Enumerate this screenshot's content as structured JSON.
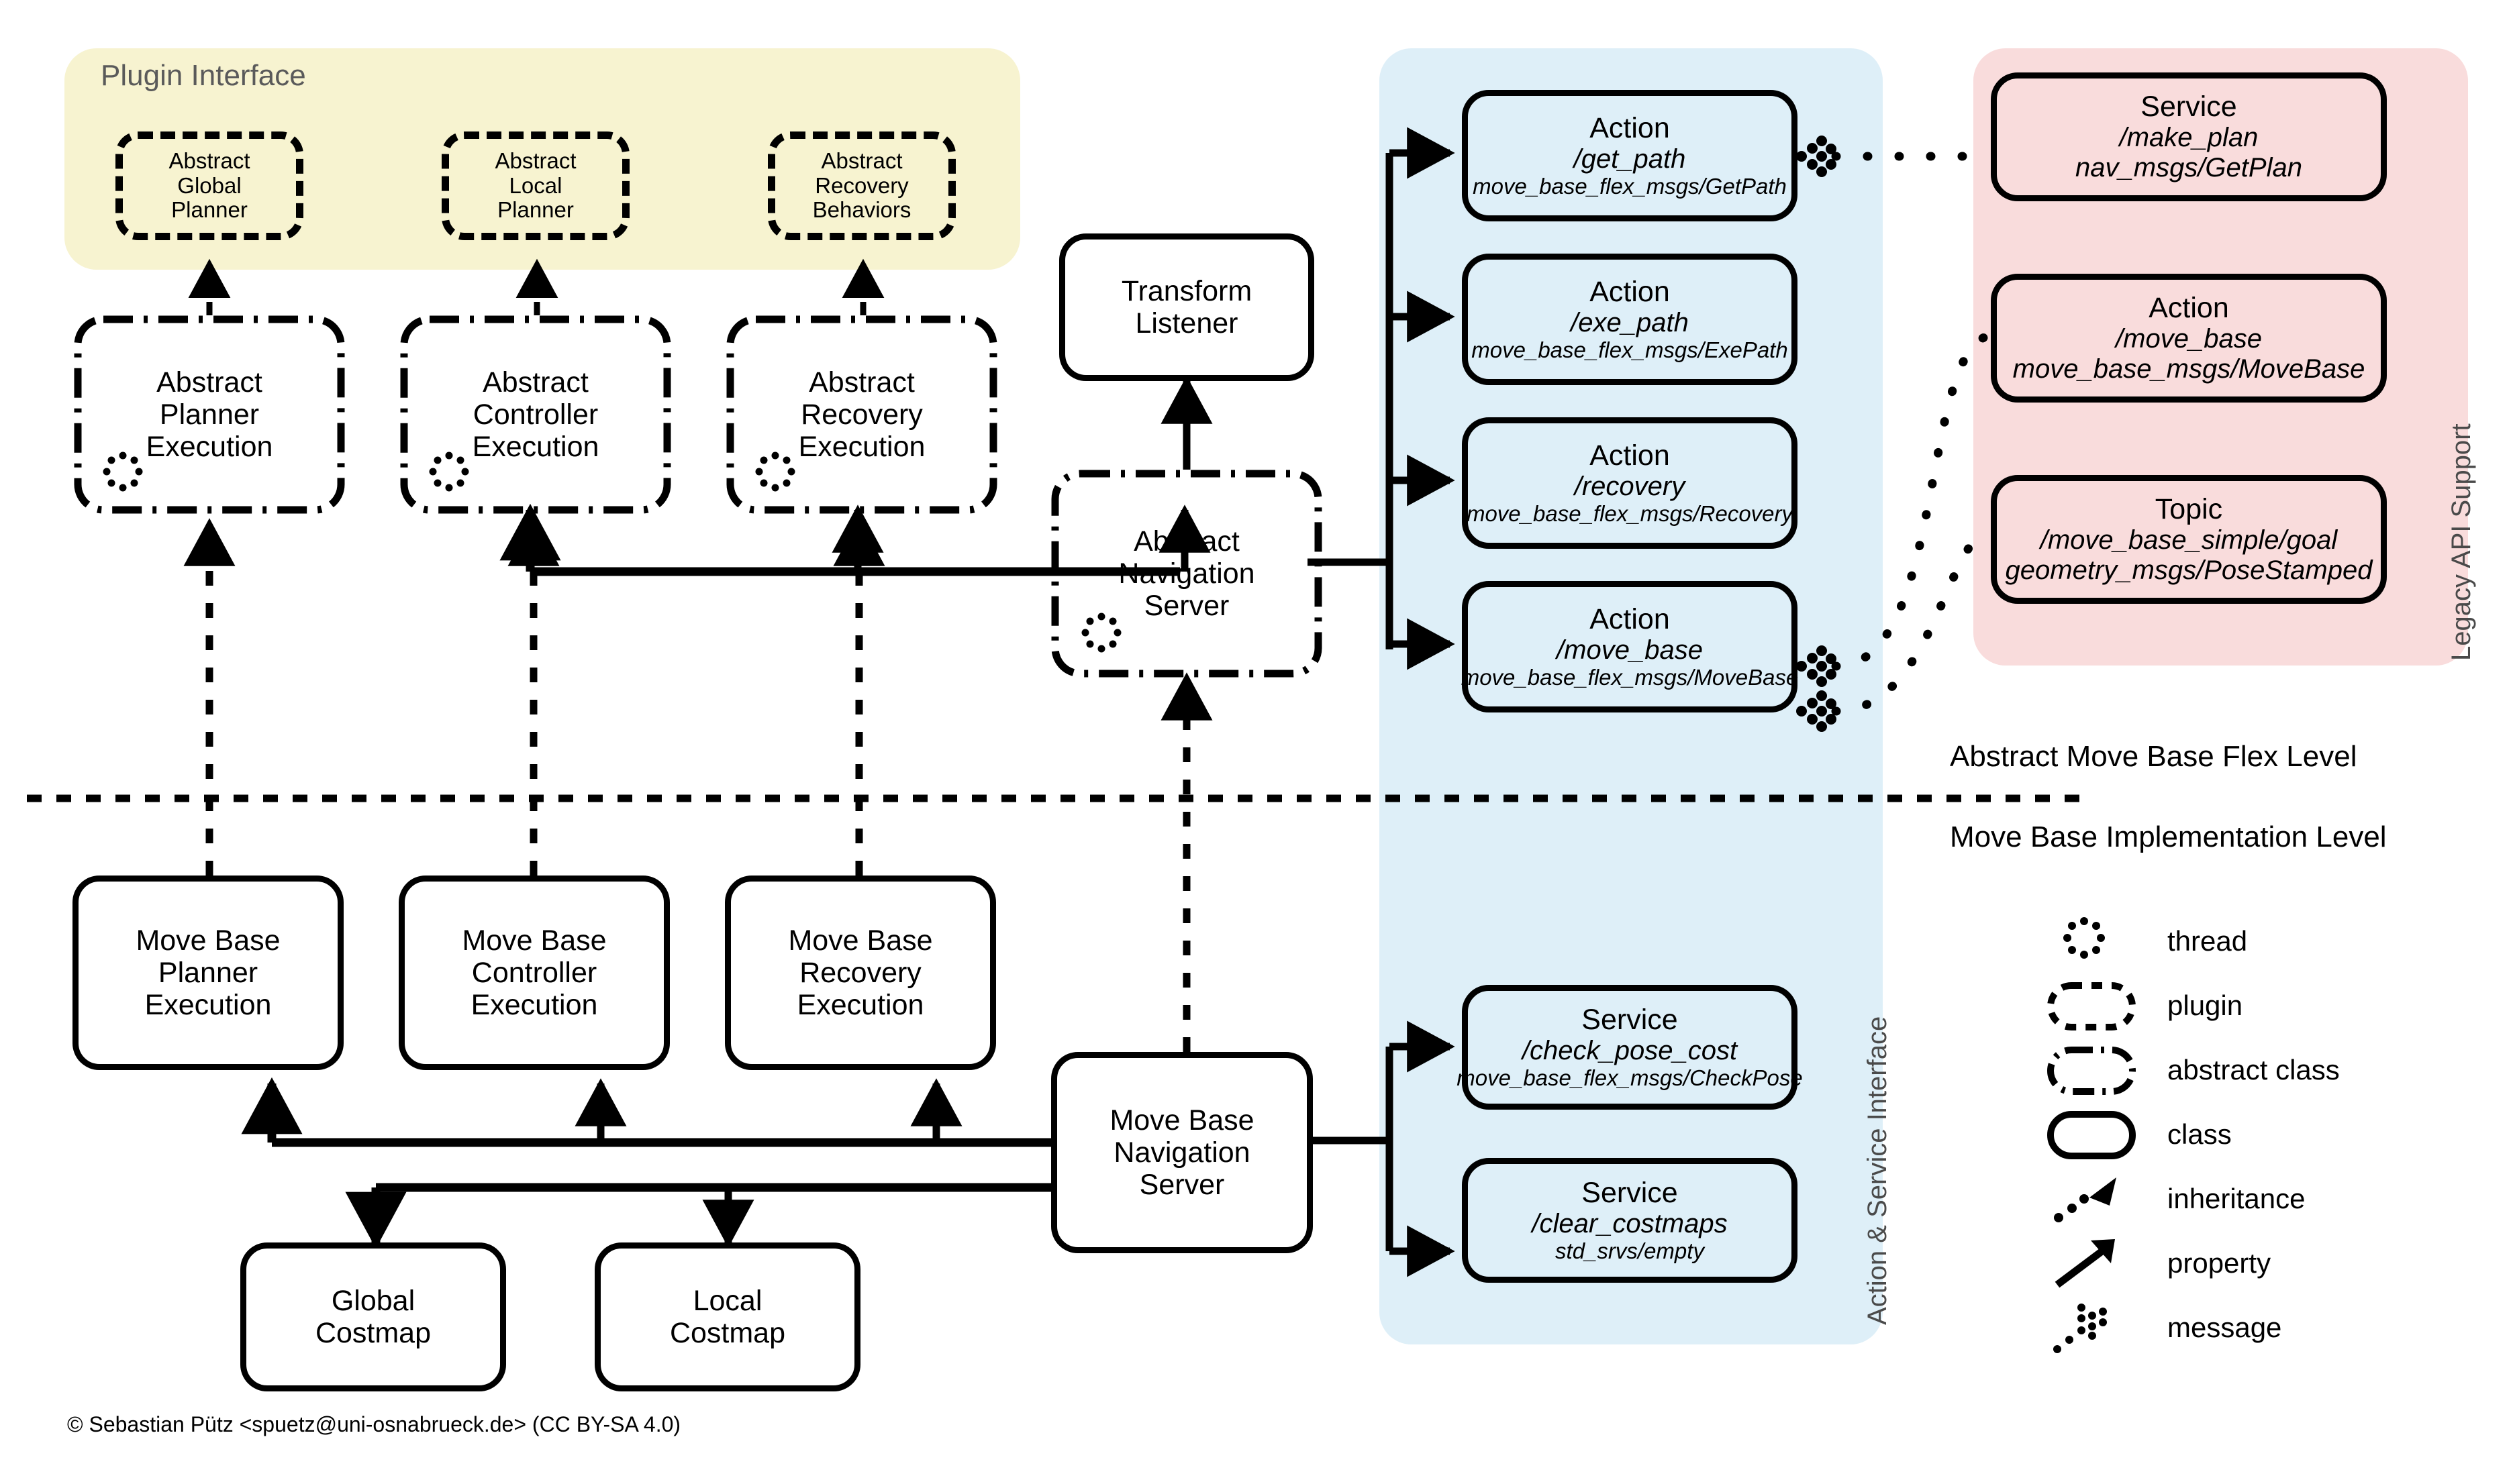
{
  "regions": {
    "plugin_interface": {
      "title": "Plugin Interface",
      "color": "#f7f3d0"
    },
    "action_service_interface": {
      "label": "Action & Service Interface",
      "color": "#deeff8"
    },
    "legacy_api_support": {
      "label": "Legacy API Support",
      "color": "#f9dcdc"
    }
  },
  "levels": {
    "top": "Abstract Move Base Flex Level",
    "bottom": "Move Base Implementation Level"
  },
  "plugins": [
    {
      "name": "abstract-global-planner",
      "line1": "Abstract",
      "line2": "Global",
      "line3": "Planner"
    },
    {
      "name": "abstract-local-planner",
      "line1": "Abstract",
      "line2": "Local",
      "line3": "Planner"
    },
    {
      "name": "abstract-recovery-behaviors",
      "line1": "Abstract",
      "line2": "Recovery",
      "line3": "Behaviors"
    }
  ],
  "abstract_classes": [
    {
      "name": "abstract-planner-execution",
      "line1": "Abstract",
      "line2": "Planner",
      "line3": "Execution",
      "thread": true
    },
    {
      "name": "abstract-controller-execution",
      "line1": "Abstract",
      "line2": "Controller",
      "line3": "Execution",
      "thread": true
    },
    {
      "name": "abstract-recovery-execution",
      "line1": "Abstract",
      "line2": "Recovery",
      "line3": "Execution",
      "thread": true
    },
    {
      "name": "abstract-navigation-server",
      "line1": "Abstract",
      "line2": "Navigation",
      "line3": "Server",
      "thread": true
    }
  ],
  "classes": [
    {
      "name": "transform-listener",
      "line1": "Transform",
      "line2": "Listener"
    },
    {
      "name": "move-base-planner-execution",
      "line1": "Move Base",
      "line2": "Planner",
      "line3": "Execution"
    },
    {
      "name": "move-base-controller-execution",
      "line1": "Move Base",
      "line2": "Controller",
      "line3": "Execution"
    },
    {
      "name": "move-base-recovery-execution",
      "line1": "Move Base",
      "line2": "Recovery",
      "line3": "Execution"
    },
    {
      "name": "move-base-navigation-server",
      "line1": "Move Base",
      "line2": "Navigation",
      "line3": "Server"
    },
    {
      "name": "global-costmap",
      "line1": "Global",
      "line2": "Costmap"
    },
    {
      "name": "local-costmap",
      "line1": "Local",
      "line2": "Costmap"
    }
  ],
  "actions": [
    {
      "name": "action-get-path",
      "kind": "Action",
      "topic": "/get_path",
      "type": "move_base_flex_msgs/GetPath"
    },
    {
      "name": "action-exe-path",
      "kind": "Action",
      "topic": "/exe_path",
      "type": "move_base_flex_msgs/ExePath"
    },
    {
      "name": "action-recovery",
      "kind": "Action",
      "topic": "/recovery",
      "type": "move_base_flex_msgs/Recovery"
    },
    {
      "name": "action-move-base",
      "kind": "Action",
      "topic": "/move_base",
      "type": "move_base_flex_msgs/MoveBase"
    }
  ],
  "services": [
    {
      "name": "service-check-pose-cost",
      "kind": "Service",
      "topic": "/check_pose_cost",
      "type": "move_base_flex_msgs/CheckPose"
    },
    {
      "name": "service-clear-costmaps",
      "kind": "Service",
      "topic": "/clear_costmaps",
      "type": "std_srvs/empty"
    }
  ],
  "legacy": [
    {
      "name": "legacy-service-make-plan",
      "kind": "Service",
      "topic": "/make_plan",
      "type": "nav_msgs/GetPlan"
    },
    {
      "name": "legacy-action-move-base",
      "kind": "Action",
      "topic": "/move_base",
      "type": "move_base_msgs/MoveBase"
    },
    {
      "name": "legacy-topic-move-base-simple-goal",
      "kind": "Topic",
      "topic": "/move_base_simple/goal",
      "type": "geometry_msgs/PoseStamped"
    }
  ],
  "legend": [
    {
      "name": "legend-thread",
      "label": "thread",
      "symbol": "thread-icon"
    },
    {
      "name": "legend-plugin",
      "label": "plugin",
      "symbol": "plugin-icon"
    },
    {
      "name": "legend-abstract-class",
      "label": "abstract class",
      "symbol": "abstract-class-icon"
    },
    {
      "name": "legend-class",
      "label": "class",
      "symbol": "class-icon"
    },
    {
      "name": "legend-inheritance",
      "label": "inheritance",
      "symbol": "inheritance-arrow-icon"
    },
    {
      "name": "legend-property",
      "label": "property",
      "symbol": "property-arrow-icon"
    },
    {
      "name": "legend-message",
      "label": "message",
      "symbol": "message-icon"
    }
  ],
  "copyright": "© Sebastian Pütz <spuetz@uni-osnabrueck.de> (CC BY-SA 4.0)"
}
